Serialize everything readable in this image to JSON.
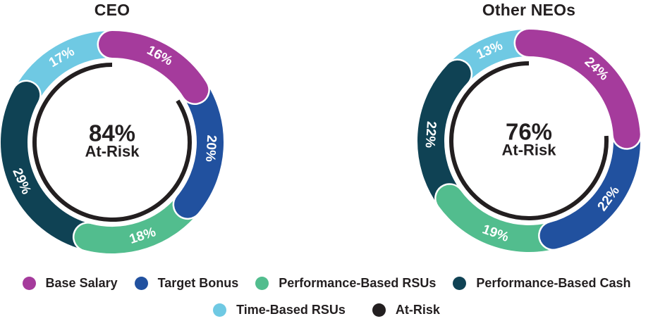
{
  "colors": {
    "base_salary": "#A53B9C",
    "target_bonus": "#21519F",
    "performance_rsus": "#52BD8E",
    "performance_cash": "#0F4254",
    "time_rsus": "#6FC9E3",
    "at_risk": "#231F20",
    "label_text": "#ffffff"
  },
  "charts": [
    {
      "title": "CEO",
      "center_value": "84%",
      "center_label": "At-Risk",
      "segments": [
        {
          "label": "Base Salary",
          "display": "16%",
          "value": 16,
          "color": "#A53B9C"
        },
        {
          "label": "Target Bonus",
          "display": "20%",
          "value": 20,
          "color": "#21519F"
        },
        {
          "label": "Performance-Based RSUs",
          "display": "18%",
          "value": 18,
          "color": "#52BD8E"
        },
        {
          "label": "Performance-Based Cash",
          "display": "29%",
          "value": 29,
          "color": "#0F4254"
        },
        {
          "label": "Time-Based RSUs",
          "display": "17%",
          "value": 17,
          "color": "#6FC9E3"
        }
      ]
    },
    {
      "title": "Other NEOs",
      "center_value": "76%",
      "center_label": "At-Risk",
      "segments": [
        {
          "label": "Base Salary",
          "display": "24%",
          "value": 24,
          "color": "#A53B9C"
        },
        {
          "label": "Target Bonus",
          "display": "22%",
          "value": 22,
          "color": "#21519F"
        },
        {
          "label": "Performance-Based RSUs",
          "display": "19%",
          "value": 19,
          "color": "#52BD8E"
        },
        {
          "label": "Performance-Based Cash",
          "display": "22%",
          "value": 22,
          "color": "#0F4254"
        },
        {
          "label": "Time-Based RSUs",
          "display": "13%",
          "value": 13,
          "color": "#6FC9E3"
        }
      ]
    }
  ],
  "legend": {
    "rows": [
      [
        {
          "label": "Base Salary",
          "color": "#A53B9C"
        },
        {
          "label": "Target Bonus",
          "color": "#21519F"
        },
        {
          "label": "Performance-Based RSUs",
          "color": "#52BD8E"
        },
        {
          "label": "Performance-Based Cash",
          "color": "#0F4254"
        }
      ],
      [
        {
          "label": "Time-Based RSUs",
          "color": "#6FC9E3"
        },
        {
          "label": "At-Risk",
          "color": "#231F20"
        }
      ]
    ]
  },
  "chart_data": [
    {
      "type": "pie",
      "subtype": "donut",
      "title": "CEO",
      "labels": [
        "Base Salary",
        "Target Bonus",
        "Performance-Based RSUs",
        "Performance-Based Cash",
        "Time-Based RSUs"
      ],
      "values": [
        16,
        20,
        18,
        29,
        17
      ],
      "colors": [
        "#A53B9C",
        "#21519F",
        "#52BD8E",
        "#0F4254",
        "#6FC9E3"
      ],
      "center_annotation": "84% At-Risk",
      "at_risk_arc_percent": 84,
      "start_angle_deg": 0,
      "direction": "clockwise",
      "legend_position": "bottom"
    },
    {
      "type": "pie",
      "subtype": "donut",
      "title": "Other NEOs",
      "labels": [
        "Base Salary",
        "Target Bonus",
        "Performance-Based RSUs",
        "Performance-Based Cash",
        "Time-Based RSUs"
      ],
      "values": [
        24,
        22,
        19,
        22,
        13
      ],
      "colors": [
        "#A53B9C",
        "#21519F",
        "#52BD8E",
        "#0F4254",
        "#6FC9E3"
      ],
      "center_annotation": "76% At-Risk",
      "at_risk_arc_percent": 76,
      "start_angle_deg": 0,
      "direction": "clockwise",
      "legend_position": "bottom"
    }
  ]
}
